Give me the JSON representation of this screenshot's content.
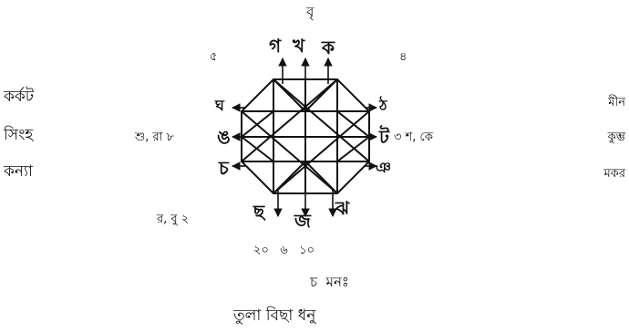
{
  "top_label": "বৃ",
  "left_signs": [
    "কর্কট",
    "সিংহ",
    "কন্যা"
  ],
  "right_signs": [
    "মীন",
    "কুম্ভ",
    "মকর"
  ],
  "bottom_signs": "তুলা বিছা ধনু",
  "numbers": {
    "top_left": "৫",
    "top_right": "৪",
    "bottom": "২০   ৬   ১০"
  },
  "letters": {
    "top": [
      "গ",
      "খ",
      "ক"
    ],
    "left": [
      "ঘ",
      "ঙ",
      "চ"
    ],
    "right": [
      "ঠ",
      "ট",
      "ঞ"
    ],
    "bottom": [
      "ছ",
      "জ",
      "ঝ"
    ]
  },
  "planet_notes": {
    "left_middle": "শু, রা ৮",
    "right_middle": "৩ শ, কে",
    "bottom_left": "র, বু ২"
  },
  "bottom_note": "চ  মনঃ"
}
